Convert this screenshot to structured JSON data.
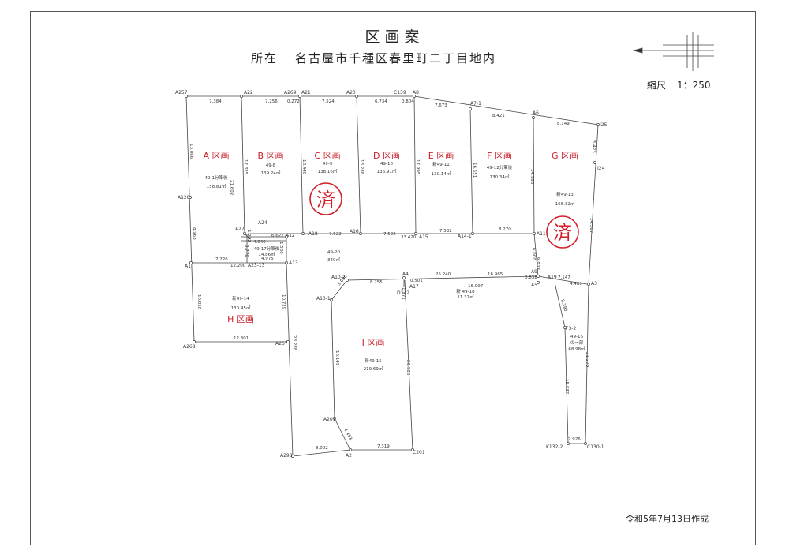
{
  "header": {
    "title": "区画案",
    "location_label": "所在",
    "location_value": "名古屋市千種区春里町二丁目地内",
    "scale_label": "縮尺",
    "scale_value": "1：250",
    "date": "令和5年7月13日作成"
  },
  "lots": {
    "A": {
      "label": "A 区画",
      "parcel": "49-1分筆後",
      "area": "158.81㎡"
    },
    "B": {
      "label": "B 区画",
      "parcel": "49-8",
      "area": "139.24㎡"
    },
    "C": {
      "label": "C 区画",
      "parcel": "49-9",
      "area": "138.16㎡"
    },
    "D": {
      "label": "D 区画",
      "parcel": "49-10",
      "area": "136.91㎡"
    },
    "E": {
      "label": "E 区画",
      "parcel": "新49-11",
      "area": "130.14㎡"
    },
    "F": {
      "label": "F 区画",
      "parcel": "49-12分筆後",
      "area": "130.34㎡"
    },
    "G": {
      "label": "G 区画",
      "parcel": "新49-13",
      "area": "166.32㎡"
    },
    "H": {
      "label": "H 区画",
      "parcel": "新49-14",
      "area": "130.45㎡"
    },
    "I": {
      "label": "I 区画",
      "parcel": "新49-15",
      "area": "219.69㎡"
    }
  },
  "road_main": {
    "parcel": "49-20",
    "area": "340㎡"
  },
  "small_parcels": {
    "p49_17": {
      "parcel": "49-17分筆後",
      "area": "14.86㎡"
    },
    "p49_18": {
      "parcel": "新 49-18",
      "area": "11.37㎡"
    },
    "p49_16": {
      "parcel": "49-16",
      "note": "の一部",
      "area": "68.98㎡"
    }
  },
  "stamp": {
    "text": "済",
    "color": "#d0202a"
  },
  "accent_color": "#c8202a",
  "points": {
    "A257": "A257",
    "A22": "A22",
    "A269": "A269",
    "A21": "A21",
    "A20": "A20",
    "C139": "C139",
    "A8": "A8",
    "A7_1": "A7-1",
    "A6": "A6",
    "I25": "I25",
    "I24": "I24",
    "A128": "A128",
    "A27": "A27",
    "A24": "A24",
    "A12": "A12",
    "A18": "A18",
    "A16": "A16",
    "A15": "A15",
    "A14_1": "A14-1",
    "A11": "A11",
    "A1": "A1",
    "A23_13": "A23-13",
    "A13": "A13",
    "A10_2": "A10-2",
    "A4": "A4",
    "A9": "A9",
    "A17": "A17",
    "D142": "D142",
    "A19": "A19",
    "A5": "A5",
    "A3": "A3",
    "A10_1": "A10-1",
    "F3_2": "F3-2",
    "A268": "A268",
    "A267": "A267",
    "A201": "A201",
    "A298": "A298",
    "A2": "A2",
    "C201": "C201",
    "K132_2": "K132-2",
    "C130_1": "C130-1"
  },
  "dims": {
    "d7384": "7.384",
    "d7256": "7.256",
    "d0272": "0.272",
    "d7524": "7.524",
    "d6734": "6.734",
    "d0804": "0.804",
    "d7673": "7.673",
    "d8421": "8.421",
    "d8149": "8.149",
    "d13066": "13.066",
    "d17825": "17.825",
    "d21602": "21.602",
    "d18448": "18.448",
    "d18288": "18.288",
    "d17995": "17.995",
    "d16551": "16.551",
    "d14986": "14.986",
    "d5423": "5.423",
    "d8963": "8.963",
    "d1232": "1.232",
    "d4040": "4.040",
    "d6622": "6.622",
    "d7522a": "7.522",
    "d7522b": "7.522",
    "d33420": "33.420",
    "d7532": "7.532",
    "d8270": "8.270",
    "d14507": "14.507",
    "d3776": "3.776",
    "d1580": "1.580",
    "d4975": "4.975",
    "d7226": "7.226",
    "d12200": "12.200",
    "d6000": "6.000",
    "d6839": "6.839",
    "d8255": "8.255",
    "d25240": "25.240",
    "d16985": "16.985",
    "d0501": "0.501",
    "d16997": "16.997",
    "d0838": "0.838",
    "d7147": "7.147",
    "d4488": "4.488",
    "d3000": "3.000",
    "d1271": "1.271",
    "d10858": "10.858",
    "d10729": "10.729",
    "d8395": "8.395",
    "d12301": "12.301",
    "d28288": "28.288",
    "d16149": "16.149",
    "d20988": "20.988",
    "d21278": "21.278",
    "d15037": "15.037",
    "d4493": "4.493",
    "d8002": "8.002",
    "d7319": "7.319",
    "d2926": "2.926"
  }
}
